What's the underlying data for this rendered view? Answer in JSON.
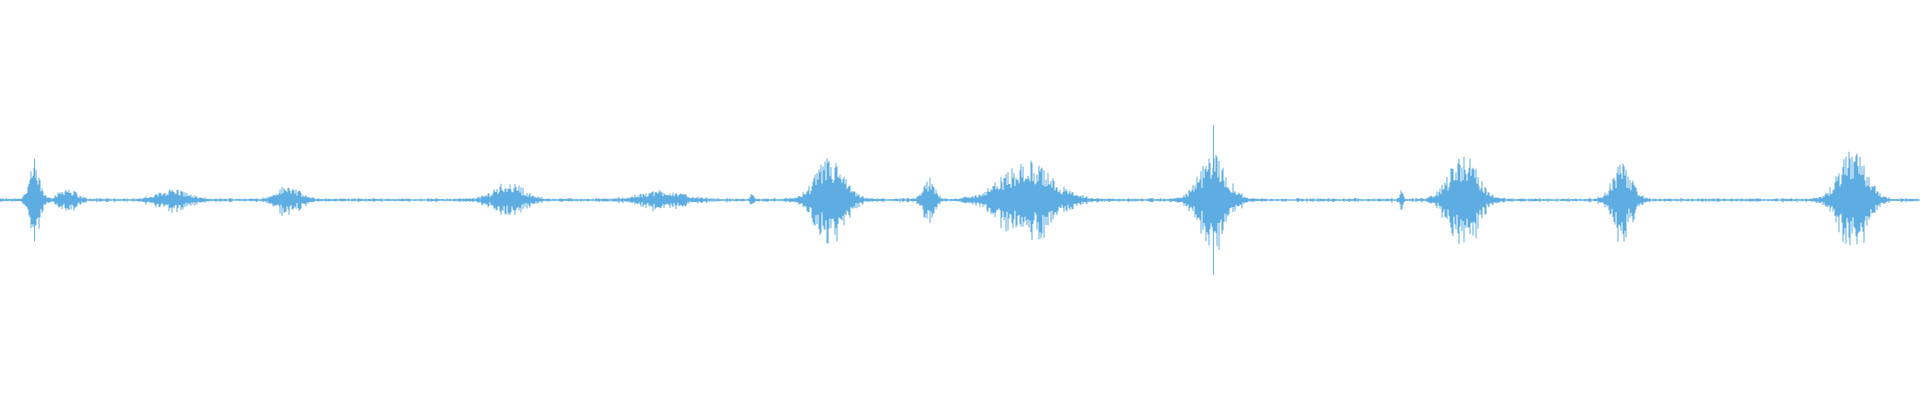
{
  "waveform": {
    "color": "#5dade2",
    "baseline_amplitude": 0.015,
    "bursts": [
      {
        "t": 0.018,
        "amp": 0.22,
        "spread": 0.004,
        "spike": 0.55
      },
      {
        "t": 0.035,
        "amp": 0.08,
        "spread": 0.006,
        "spike": 0
      },
      {
        "t": 0.09,
        "amp": 0.07,
        "spread": 0.01,
        "spike": 0
      },
      {
        "t": 0.15,
        "amp": 0.09,
        "spread": 0.008,
        "spike": 0
      },
      {
        "t": 0.265,
        "amp": 0.12,
        "spread": 0.01,
        "spike": 0
      },
      {
        "t": 0.345,
        "amp": 0.06,
        "spread": 0.014,
        "spike": 0
      },
      {
        "t": 0.392,
        "amp": 0.07,
        "spread": 0.001,
        "spike": 0
      },
      {
        "t": 0.432,
        "amp": 0.28,
        "spread": 0.01,
        "spike": 0
      },
      {
        "t": 0.484,
        "amp": 0.14,
        "spread": 0.004,
        "spike": 0
      },
      {
        "t": 0.535,
        "amp": 0.26,
        "spread": 0.018,
        "spike": 0
      },
      {
        "t": 0.632,
        "amp": 0.3,
        "spread": 0.01,
        "spike": 1.0
      },
      {
        "t": 0.73,
        "amp": 0.07,
        "spread": 0.001,
        "spike": 0
      },
      {
        "t": 0.762,
        "amp": 0.32,
        "spread": 0.01,
        "spike": 0
      },
      {
        "t": 0.845,
        "amp": 0.24,
        "spread": 0.007,
        "spike": 0
      },
      {
        "t": 0.965,
        "amp": 0.33,
        "spread": 0.01,
        "spike": 0
      }
    ]
  }
}
